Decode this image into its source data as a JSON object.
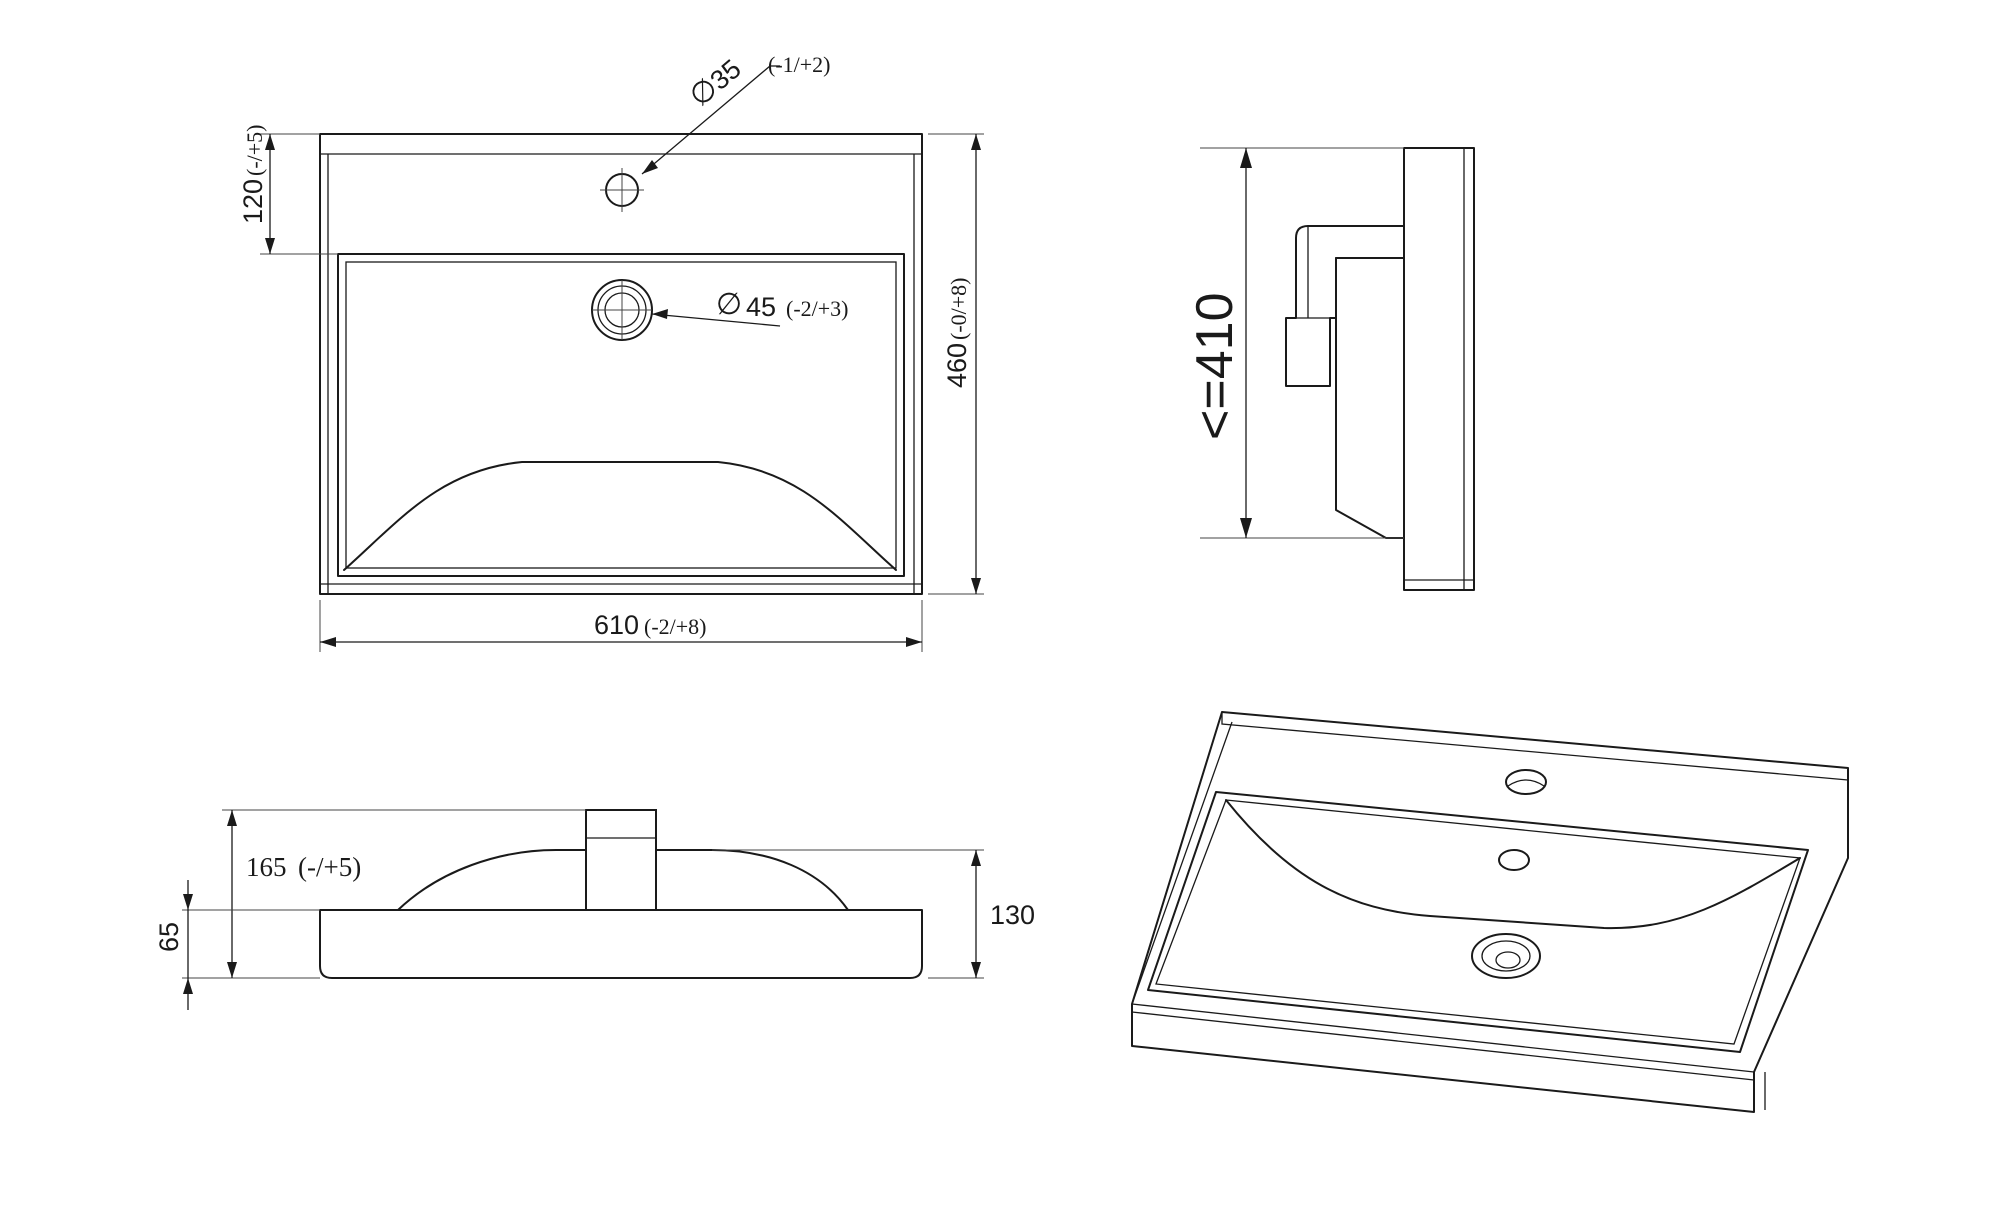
{
  "diameter_symbol": "∅",
  "dims": {
    "tap_hole": {
      "value": "35",
      "tol": "(-1/+2)"
    },
    "drain": {
      "value": "45",
      "tol": "(-2/+3)"
    },
    "width": {
      "value": "610",
      "tol": "(-2/+8)"
    },
    "depth": {
      "value": "460",
      "tol": "(-0/+8)"
    },
    "rim": {
      "value": "120",
      "tol": "(-/+5)"
    },
    "max_height": {
      "label": "<=410"
    },
    "total_height": {
      "label": "165",
      "tol": "(-/+5)"
    },
    "body_height": {
      "label": "65"
    },
    "bowl_height": {
      "label": "130"
    }
  }
}
